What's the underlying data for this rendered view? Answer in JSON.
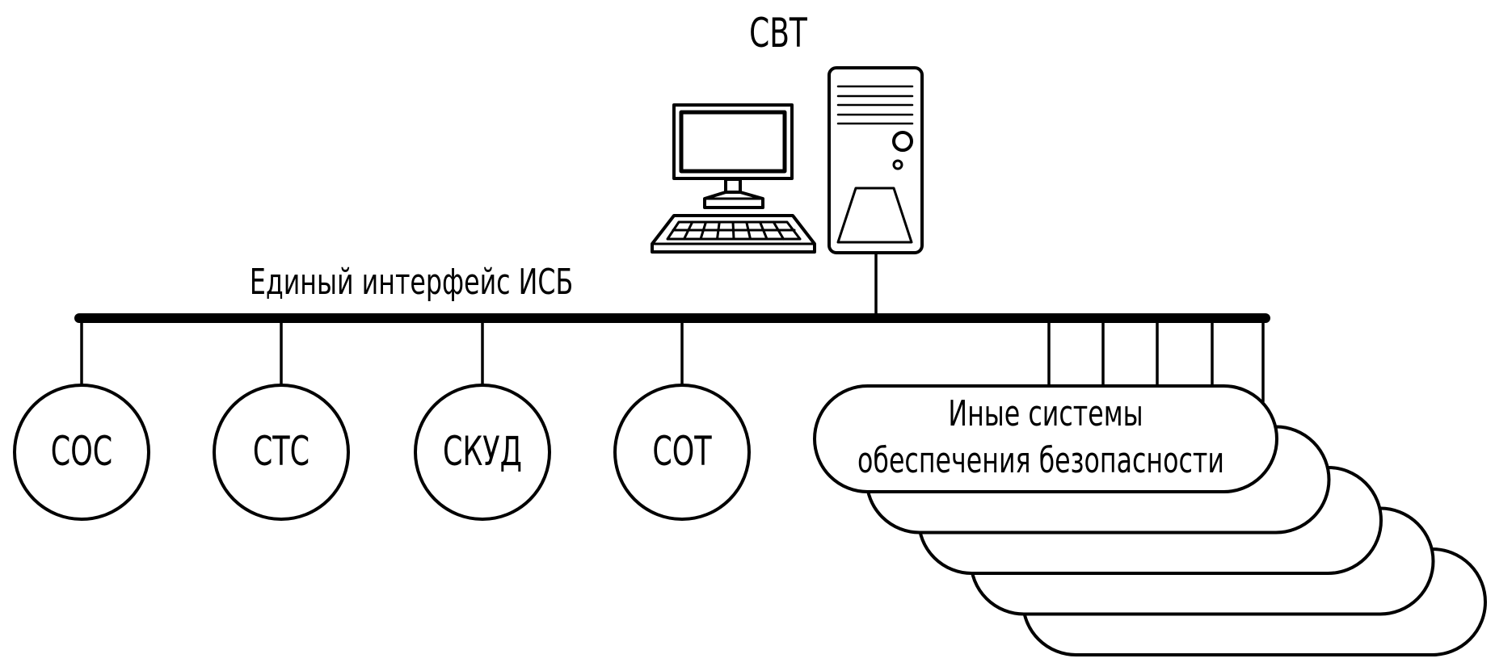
{
  "diagram": {
    "workstation_label": "СВТ",
    "bus_label": "Единый интерфейс ИСБ",
    "subsystems": [
      {
        "label": "СОС"
      },
      {
        "label": "СТС"
      },
      {
        "label": "СКУД"
      },
      {
        "label": "СОТ"
      }
    ],
    "other_systems": {
      "line1": "Иные системы",
      "line2": "обеспечения безопасности",
      "stack_count": 5
    },
    "colors": {
      "stroke": "#000000",
      "background": "#ffffff"
    }
  }
}
